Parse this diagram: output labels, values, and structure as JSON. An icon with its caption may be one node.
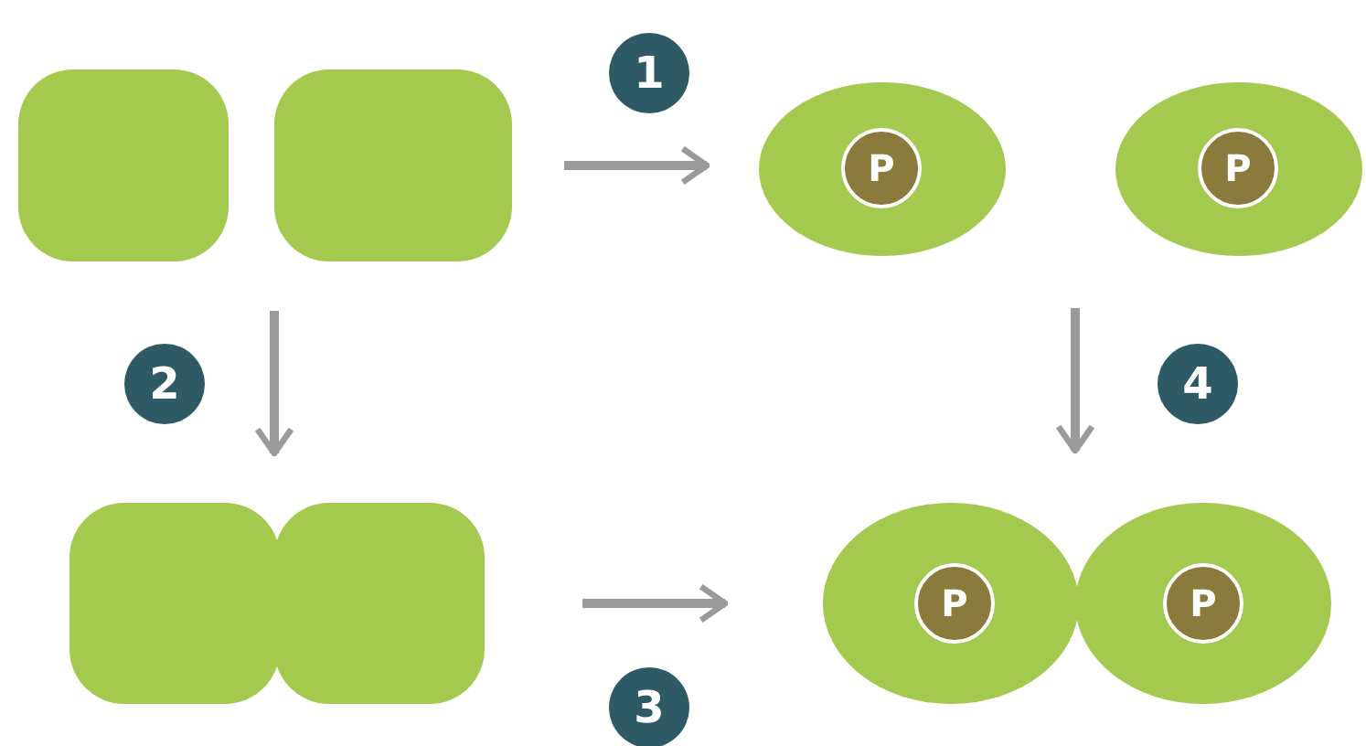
{
  "diagram": {
    "nodes": [
      {
        "text": [],
        "shape": "box"
      },
      {
        "text": [],
        "shape": "box"
      },
      {
        "text": [],
        "shape": "ellipse"
      },
      {
        "text": [
          "P"
        ],
        "in": 2
      },
      {
        "text": [],
        "shape": "ellipse"
      },
      {
        "text": [
          "P"
        ],
        "in": 4
      },
      {
        "text": [],
        "shape": "box"
      },
      {
        "text": [],
        "shape": "box"
      },
      {
        "text": [],
        "shape": "ellipse"
      },
      {
        "text": [
          "P"
        ],
        "in": 8
      },
      {
        "text": [],
        "shape": "ellipse"
      },
      {
        "text": [
          "P"
        ],
        "in": 10
      }
    ],
    "edges": [
      {
        "from": 1,
        "to": 2,
        "arrow": "to"
      },
      {
        "from": 1,
        "to": 7,
        "arrow": "to"
      },
      {
        "from": 7,
        "to": 8,
        "arrow": "to"
      },
      {
        "from": 4,
        "to": 10,
        "arrow": "to"
      }
    ],
    "labels": [
      "1",
      "2",
      "4",
      "3"
    ]
  }
}
